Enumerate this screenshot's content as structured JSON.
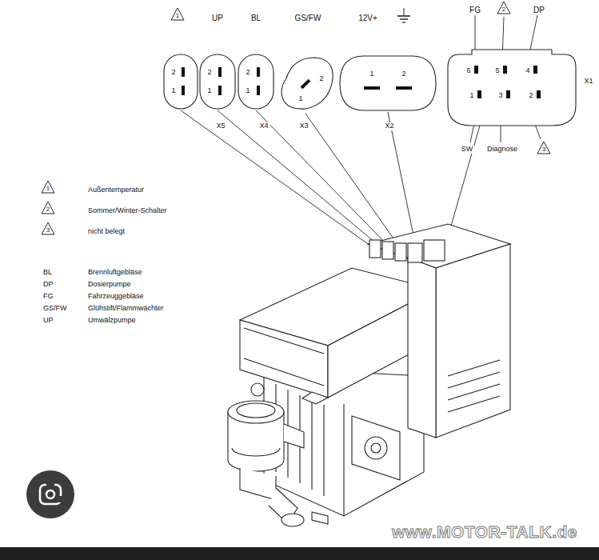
{
  "diagram": {
    "nodes": [
      {
        "text": [
          "2",
          "1"
        ]
      },
      {
        "text": [
          "2",
          "1"
        ]
      },
      {
        "text": [
          "2",
          "1"
        ]
      },
      {
        "text": [
          "2",
          "1"
        ]
      },
      {
        "text": [
          "1",
          "2"
        ]
      },
      {
        "text": [
          "6",
          "5",
          "4",
          "1",
          "3",
          "2"
        ]
      }
    ],
    "labels": [
      "1",
      "UP",
      "BL",
      "GS/FW",
      "12V+",
      "FG",
      "2",
      "DP",
      "X5",
      "X4",
      "X3",
      "X2",
      "X1",
      "SW",
      "Diagnose",
      "3",
      "1",
      "2",
      "3",
      "BL",
      "DP",
      "FG",
      "GS/FW",
      "UP",
      "www.MOTOR-TALK.de"
    ],
    "legend": [
      {
        "text": "Außentemperatur"
      },
      {
        "text": "Sommer/Winter-Schalter"
      },
      {
        "text": "nicht belegt"
      },
      {
        "text": "Brennluftgebläse"
      },
      {
        "text": "Dosierpumpe"
      },
      {
        "text": "Fahrzeuggebläse"
      },
      {
        "text": "Glühstift/Flammwächter"
      },
      {
        "text": "Umwälzpumpe"
      }
    ]
  }
}
